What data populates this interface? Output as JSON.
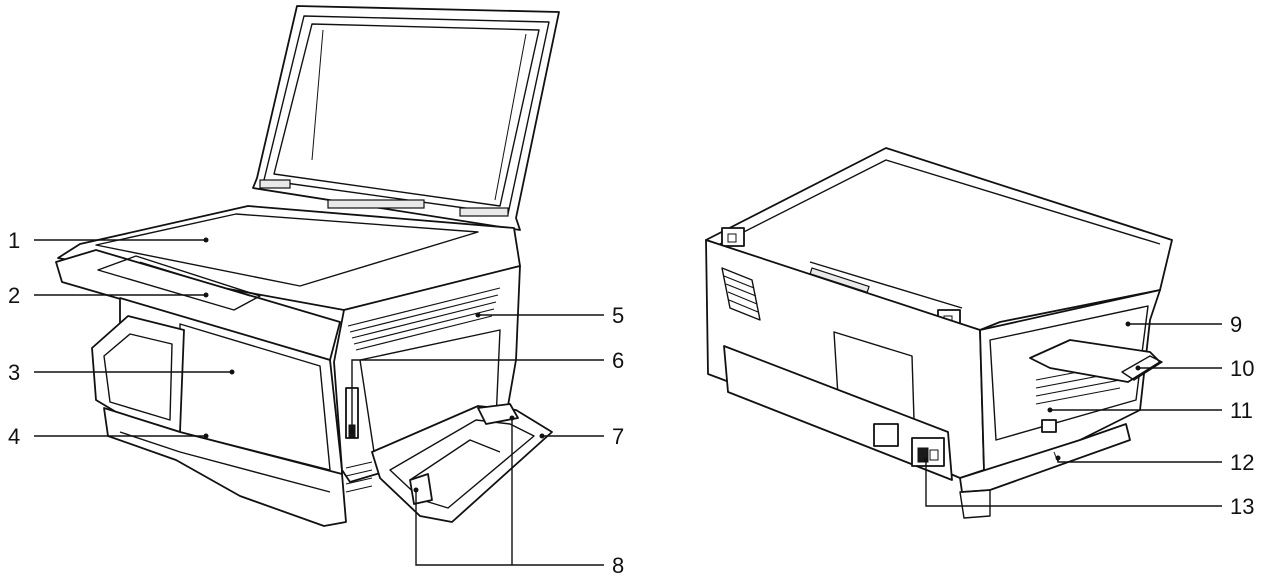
{
  "front_view": {
    "callouts": [
      "1",
      "2",
      "3",
      "4",
      "5",
      "6",
      "7",
      "8"
    ]
  },
  "rear_view": {
    "callouts": [
      "9",
      "10",
      "11",
      "12",
      "13"
    ]
  }
}
